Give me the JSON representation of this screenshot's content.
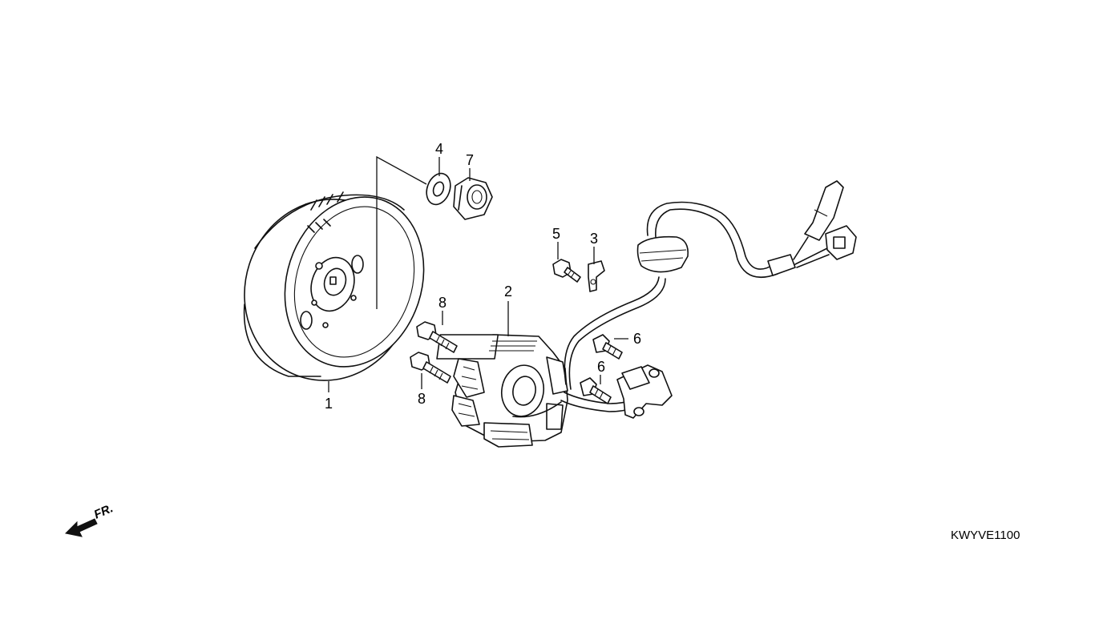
{
  "diagram": {
    "callouts": {
      "p1": "1",
      "p2": "2",
      "p3": "3",
      "p4": "4",
      "p5": "5",
      "p6a": "6",
      "p6b": "6",
      "p7": "7",
      "p8a": "8",
      "p8b": "8"
    },
    "front_indicator": "FR.",
    "drawing_code": "KWYVE1100"
  }
}
